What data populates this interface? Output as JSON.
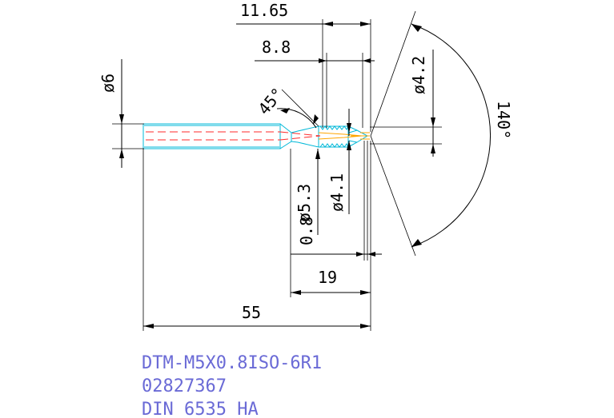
{
  "drawing": {
    "dimensions": {
      "overall_length": "55",
      "length_19": "19",
      "length_11_65": "11.65",
      "length_8_8": "8.8",
      "shank_diameter": "ø6",
      "neck_diameter": "ø5.3",
      "diameter_4_1": "ø4.1",
      "thread_pitch": "0.8",
      "point_diameter": "ø4.2",
      "chamfer_angle": "45°",
      "point_angle": "140°"
    }
  },
  "caption": {
    "line1": "DTM-M5X0.8ISO-6R1",
    "line2": "02827367",
    "line3": "DIN 6535 HA"
  }
}
